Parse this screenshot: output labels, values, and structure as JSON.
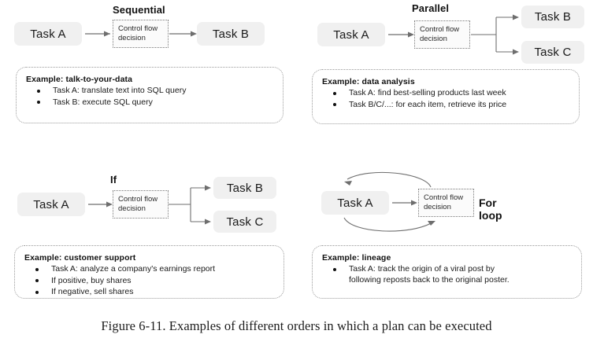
{
  "figure": {
    "caption": "Figure 6-11. Examples of different orders in which a plan can be executed"
  },
  "labels": {
    "task_a": "Task A",
    "task_b": "Task B",
    "task_c": "Task C",
    "control_flow_line1": "Control flow",
    "control_flow_line2": "decision"
  },
  "panels": [
    {
      "id": "sequential",
      "title": "Sequential",
      "example_head": "Example: talk-to-your-data",
      "bullets": [
        "Task A: translate text into SQL query",
        "Task B: execute SQL query"
      ]
    },
    {
      "id": "parallel",
      "title": "Parallel",
      "example_head": "Example: data analysis",
      "bullets": [
        "Task A:  find best-selling products last week",
        "Task B/C/...: for each item, retrieve its price"
      ]
    },
    {
      "id": "if",
      "title": "If",
      "example_head": "Example: customer support",
      "bullets": [
        "Task A: analyze a company's earnings report",
        "If positive, buy shares",
        "If negative, sell shares"
      ]
    },
    {
      "id": "for-loop",
      "title": "For loop",
      "example_head": "Example: lineage",
      "bullets": [
        "Task A:  track the origin of a viral post by",
        "following reposts back to the original poster."
      ]
    }
  ],
  "colors": {
    "task_box_fill": "#f0f0f0",
    "control_box_border": "#7a7a7a",
    "arrow": "#6e6e6e",
    "card_border": "#9a9a9a",
    "text": "#1a1a1a",
    "background": "#ffffff"
  }
}
